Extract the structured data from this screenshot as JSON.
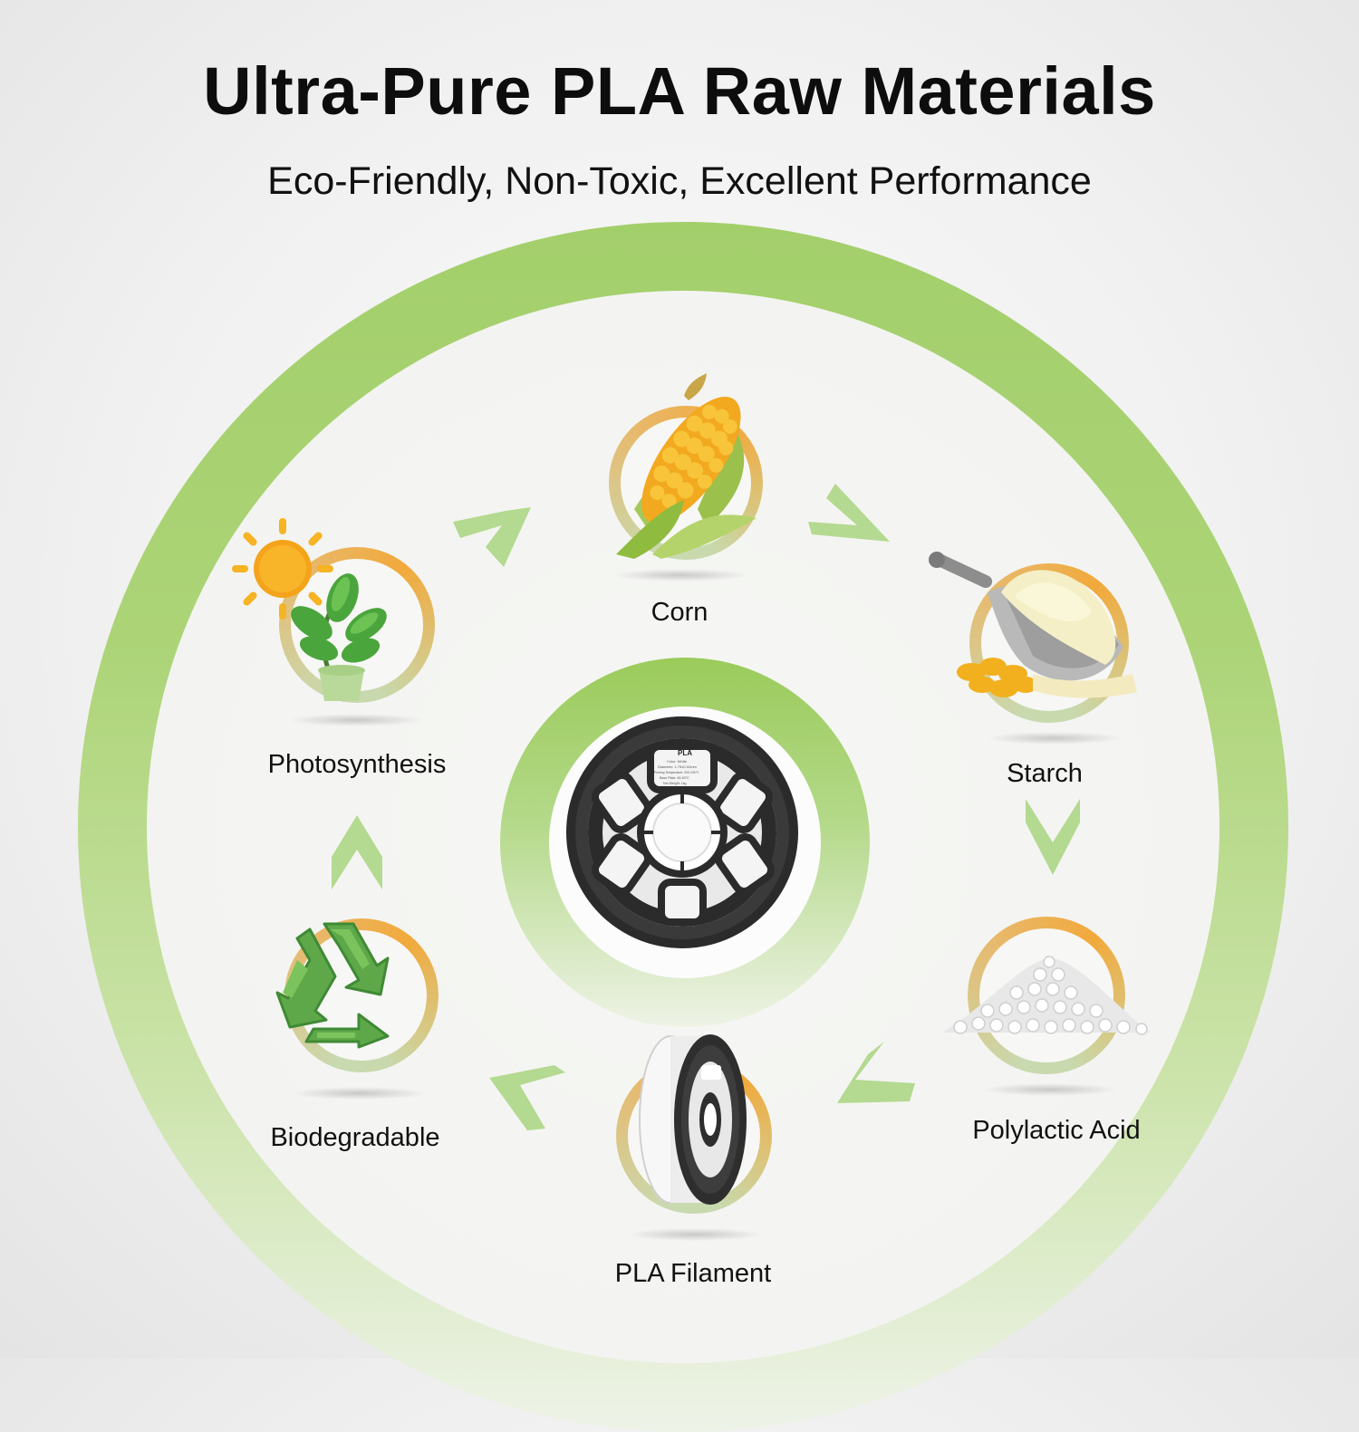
{
  "header": {
    "title": "Ultra-Pure PLA Raw Materials",
    "subtitle": "Eco-Friendly, Non-Toxic, Excellent Performance"
  },
  "cycle": {
    "corn": "Corn",
    "starch": "Starch",
    "polylactic_acid": "Polylactic Acid",
    "pla_filament": "PLA Filament",
    "biodegradable": "Biodegradable",
    "photosynthesis": "Photosynthesis"
  },
  "spool_label": {
    "name": "PLA",
    "color": "Color: White",
    "diameter": "Diameter: 1.75±0.02mm",
    "printing_temp": "Printing Temperature: 200-230°C",
    "base_plate": "Base Plate: 45-60°C",
    "net_weight": "Net Weight: 1kg"
  },
  "colors": {
    "ring_green": "#a3cf6b",
    "accent_orange": "#f2a93b",
    "arrow_green": "#a8d47f"
  },
  "icons": {
    "corn": "corn-icon",
    "starch": "starch-scoop-icon",
    "polylactic_acid": "pellets-icon",
    "pla_filament": "filament-spool-icon",
    "biodegradable": "recycle-icon",
    "photosynthesis": "sun-plant-icon"
  }
}
